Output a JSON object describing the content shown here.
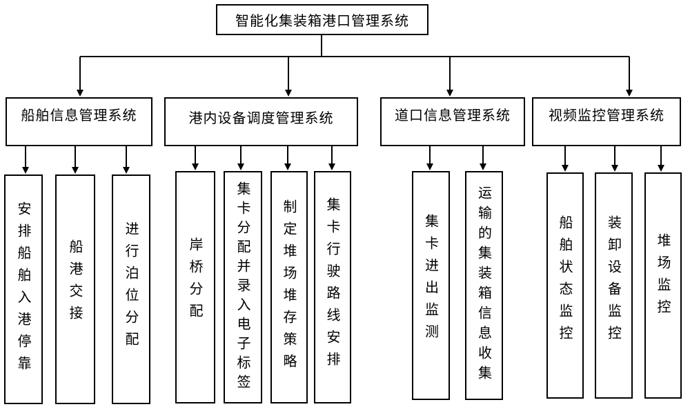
{
  "root": {
    "label": "智能化集装箱港口管理系统"
  },
  "systems": [
    {
      "label": "船舶信息管理系统",
      "children": [
        "安排船舶入港停靠",
        "船港交接",
        "进行泊位分配"
      ]
    },
    {
      "label": "港内设备调度管理系统",
      "children": [
        "岸桥分配",
        "集卡分配并录入电子标签",
        "制定堆场堆存策略",
        "集卡行驶路线安排"
      ]
    },
    {
      "label": "道口信息管理系统",
      "children": [
        "集卡进出监测",
        "运输的集装箱信息收集"
      ]
    },
    {
      "label": "视频监控管理系统",
      "children": [
        "船舶状态监控",
        "装卸设备监控",
        "堆场监控"
      ]
    }
  ]
}
